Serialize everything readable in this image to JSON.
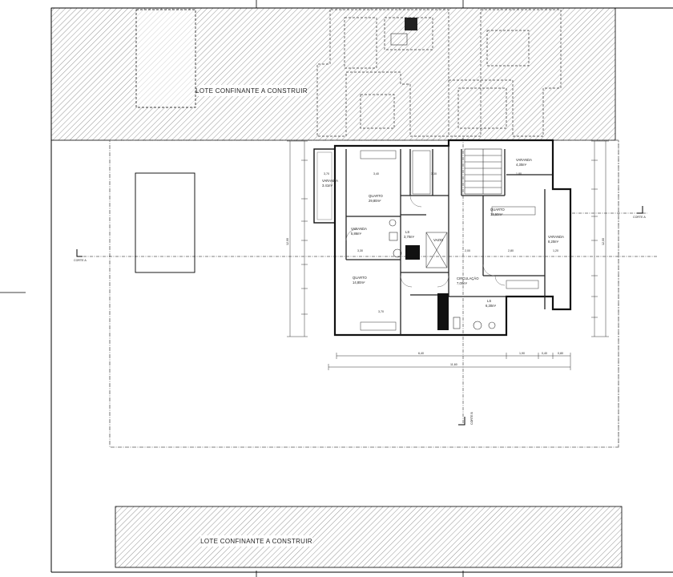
{
  "lots": {
    "top_label": "LOTE CONFINANTE A CONSTRUIR",
    "bottom_label": "LOTE CONFINANTE A CONSTRUIR"
  },
  "rooms": [
    {
      "id": "varanda-left",
      "name": "VARANDA",
      "area": "3.41m²"
    },
    {
      "id": "quarto-top",
      "name": "QUARTO",
      "area": "29,80m²"
    },
    {
      "id": "varanda-mid",
      "name": "VARANDA",
      "area": "5,86m²"
    },
    {
      "id": "quarto-bottom",
      "name": "QUARTO",
      "area": "14,80m²"
    },
    {
      "id": "ls-small",
      "name": "LS",
      "area": "3,70m²"
    },
    {
      "id": "vazio",
      "name": "VAZIO",
      "area": ""
    },
    {
      "id": "circulacao",
      "name": "CIRCULAÇÃO",
      "area": "7,00m²"
    },
    {
      "id": "ls-right",
      "name": "LS",
      "area": "6,30m²"
    },
    {
      "id": "quarto-right",
      "name": "QUARTO",
      "area": "13,50m²"
    },
    {
      "id": "varanda-right",
      "name": "VARANDA",
      "area": "8,20m²"
    },
    {
      "id": "varanda-top-right",
      "name": "VARANDA",
      "area": "4,30m²"
    }
  ],
  "dimensions": {
    "bottom_segments": [
      "6,40",
      "1,90",
      "0,40",
      "0,80"
    ],
    "bottom_total": "11,60",
    "left_total": "12,00",
    "right_total": "12,00",
    "interior": [
      "3,70",
      "3,40",
      "3,30",
      "3,30",
      "3,70",
      "2,80",
      "1,20",
      "2,00",
      "1,80"
    ]
  },
  "sections": {
    "left": "CORTE A",
    "right": "CORTE A",
    "bottom": "CORTE B"
  }
}
